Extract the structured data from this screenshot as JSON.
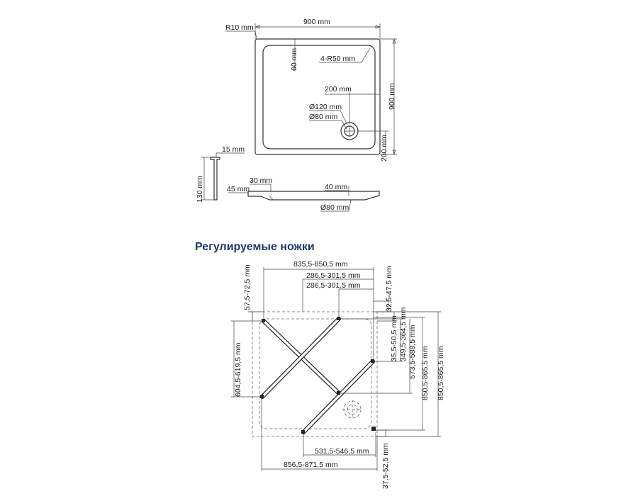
{
  "top_view": {
    "corner_radius": "R10 mm",
    "width": "900 mm",
    "height": "900 mm",
    "rim": "60 mm",
    "inner_radius": "4-R50 mm",
    "drain_offset_x": "200 mm",
    "drain_offset_y": "200 mm",
    "drain_outer": "Ø120 mm",
    "drain_inner": "Ø80 mm"
  },
  "section_view": {
    "rim_thickness": "15 mm",
    "total_height": "130 mm"
  },
  "side_view": {
    "dim_30": "30 mm",
    "dim_45": "45 mm",
    "dim_40": "40 mm",
    "drain": "Ø80 mm"
  },
  "legs": {
    "title": "Регулируемые ножки",
    "dims": {
      "top_span": "835,5-850,5 mm",
      "top_a": "286,5-301,5 mm",
      "top_b": "286,5-301,5 mm",
      "right_top": "32,5-47,5 mm",
      "left_top": "57,5-72,5 mm",
      "left_height": "604,5-619,5 mm",
      "right_a": "349,5-364,5 mm",
      "right_b": "35,5-50,5 mm",
      "right_c": "573,5-588,5 mm",
      "right_d": "850,5-865,5 mm",
      "right_e": "850,5-865,5 mm",
      "bottom_a": "531,5-546,5 mm",
      "bottom_b": "856,5-871,5 mm",
      "bottom_right": "37,5-52,5 mm"
    }
  }
}
